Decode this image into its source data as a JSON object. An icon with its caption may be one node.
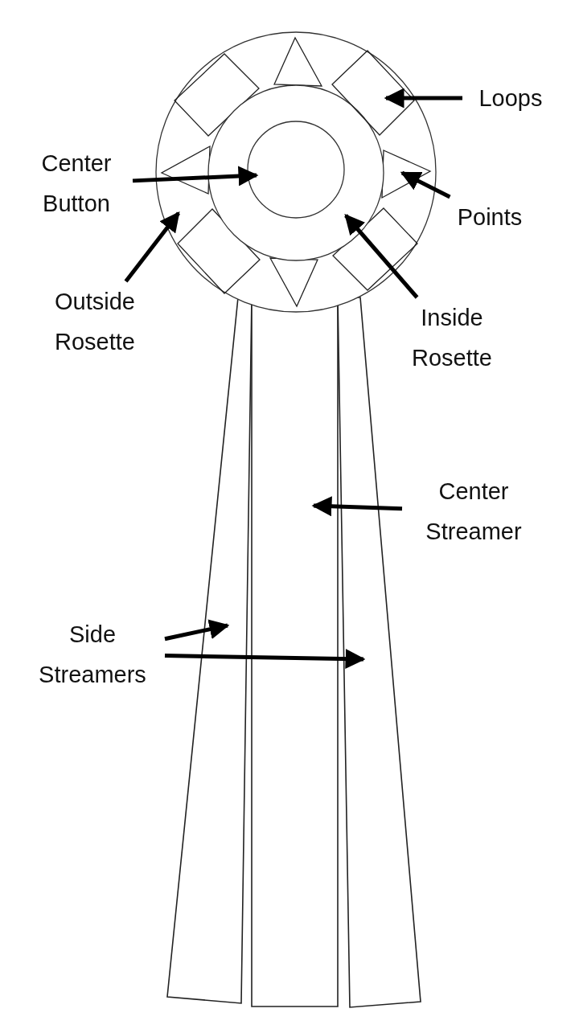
{
  "diagram": {
    "nodes": [
      {
        "text": [
          "Loops"
        ]
      },
      {
        "text": [
          "Center Button"
        ]
      },
      {
        "text": [
          "Points"
        ]
      },
      {
        "text": [
          "Outside Rosette"
        ]
      },
      {
        "text": [
          "Inside Rosette"
        ]
      },
      {
        "text": [
          "Center Streamer"
        ]
      },
      {
        "text": [
          "Side Streamers"
        ]
      },
      {
        "text": [],
        "shape": "circle"
      },
      {
        "text": [],
        "shape": "box",
        "in": 7
      },
      {
        "text": [],
        "shape": "triangle",
        "in": 7
      },
      {
        "text": [],
        "shape": "circle",
        "in": 7
      },
      {
        "text": [],
        "shape": "circle",
        "in": 10
      },
      {
        "text": [],
        "shape": "bar"
      },
      {
        "text": [],
        "shape": "bar"
      },
      {
        "text": [],
        "shape": "bar"
      }
    ],
    "edges": [
      {
        "from": 0,
        "to": 8,
        "arrow": "to"
      },
      {
        "from": 1,
        "to": 11,
        "arrow": "to"
      },
      {
        "from": 2,
        "to": 9,
        "arrow": "to"
      },
      {
        "from": 3,
        "to": 7,
        "arrow": "to"
      },
      {
        "from": 4,
        "to": 10,
        "arrow": "to"
      },
      {
        "from": 5,
        "to": 13,
        "arrow": "to"
      },
      {
        "from": 6,
        "to": 12,
        "arrow": "to"
      },
      {
        "from": 6,
        "to": 14,
        "arrow": "to"
      }
    ]
  }
}
